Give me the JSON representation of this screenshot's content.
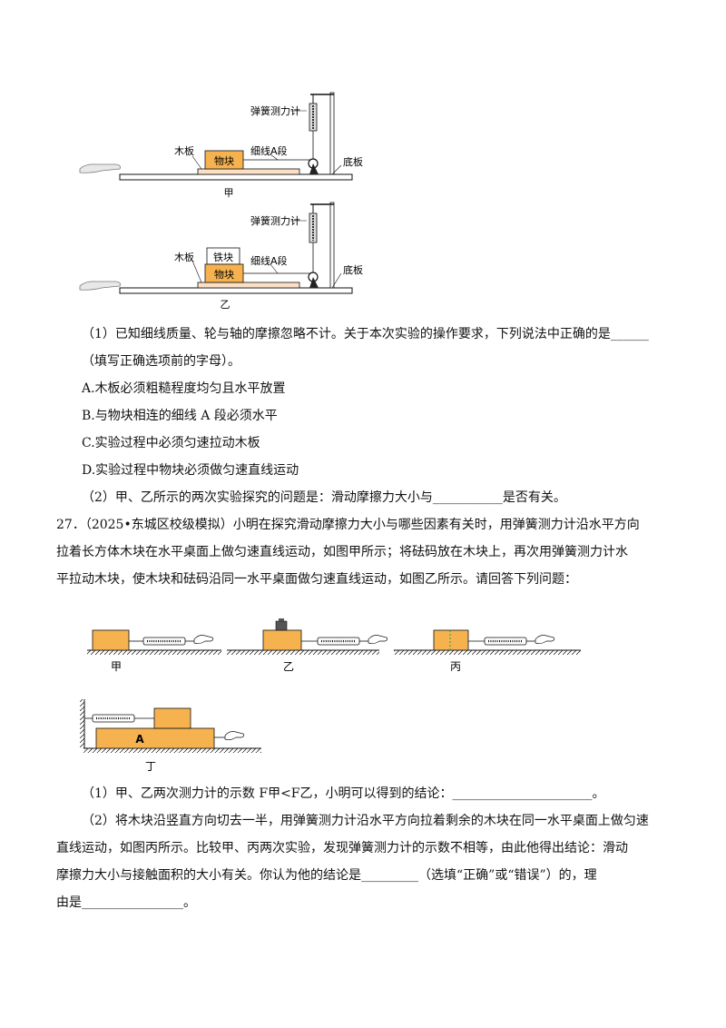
{
  "fig1": {
    "spring_label": "弹簧测力计",
    "board_label": "木板",
    "block_label": "物块",
    "thread_label": "细线A段",
    "base_label": "底板",
    "caption": "甲"
  },
  "fig2": {
    "spring_label": "弹簧测力计",
    "iron_label": "铁块",
    "board_label": "木板",
    "block_label": "物块",
    "thread_label": "细线A段",
    "base_label": "底板",
    "caption": "乙"
  },
  "q26": {
    "part1_line1": "（1）已知细线质量、轮与轴的摩擦忽略不计。关于本次实验的操作要求，下列说法中正确的是______",
    "part1_line2": "（填写正确选项前的字母）。",
    "option_a": "A.木板必须粗糙程度均匀且水平放置",
    "option_b": "B.与物块相连的细线 A 段必须水平",
    "option_c": "C.实验过程中必须匀速拉动木板",
    "option_d": "D.实验过程中物块必须做匀速直线运动",
    "part2": "（2）甲、乙所示的两次实验探究的问题是：滑动摩擦力大小与___________是否有关。"
  },
  "q27": {
    "stem_line1": "27．（2025•东城区校级模拟）小明在探究滑动摩擦力大小与哪些因素有关时，用弹簧测力计沿水平方向",
    "stem_line2": "拉着长方体木块在水平桌面上做匀速直线运动，如图甲所示；将砝码放在木块上，再次用弹簧测力计水",
    "stem_line3": "平拉动木块，使木块和砝码沿同一水平桌面做匀速直线运动，如图乙所示。请回答下列问题：",
    "cap_jia": "甲",
    "cap_yi": "乙",
    "cap_bing": "丙",
    "cap_ding": "丁",
    "board_a_label": "A",
    "part1": "（1）甲、乙两次测力计的示数 F甲<F乙，小明可以得到的结论：______________________。",
    "part2_line1": "（2）将木块沿竖直方向切去一半，用弹簧测力计沿水平方向拉着剩余的木块在同一水平桌面上做匀速",
    "part2_line2": "直线运动，如图丙所示。比较甲、丙两次实验，发现弹簧测力计的示数不相等，由此他得出结论：滑动",
    "part2_line3": "摩擦力大小与接触面积的大小有关。你认为他的结论是_________（选填“正确”或“错误”）的，理",
    "part2_line4": "由是________________。"
  },
  "colors": {
    "block": "#f5b24e",
    "board": "#fbe0c6",
    "ink": "#111111"
  }
}
